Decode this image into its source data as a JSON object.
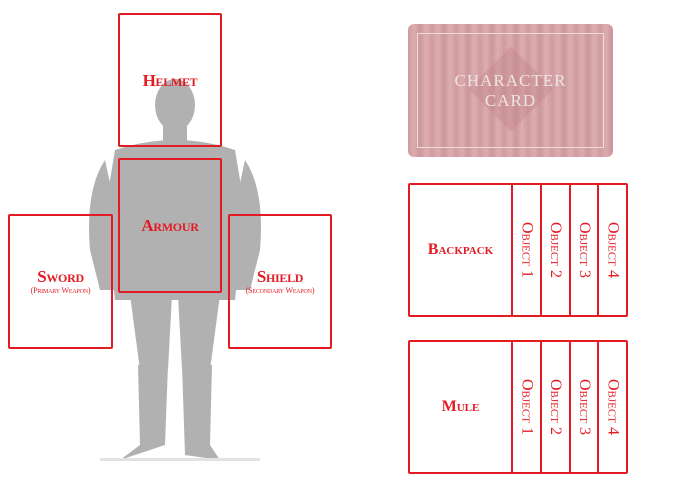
{
  "colors": {
    "accent": "#e31b23",
    "card": "#c98a8f",
    "figure": "#9e9e9e"
  },
  "equipment": {
    "helmet": {
      "label": "Helmet"
    },
    "armour": {
      "label": "Armour"
    },
    "sword": {
      "label": "Sword",
      "sublabel": "(Primary Weapon)"
    },
    "shield": {
      "label": "Shield",
      "sublabel": "(Secondary Weapon)"
    }
  },
  "character_card": {
    "line1": "CHARACTER",
    "line2": "CARD"
  },
  "backpack": {
    "label": "Backpack",
    "objects": [
      "Object 1",
      "Object 2",
      "Object 3",
      "Object 4"
    ]
  },
  "mule": {
    "label": "Mule",
    "objects": [
      "Object 1",
      "Object 2",
      "Object 3",
      "Object 4"
    ]
  }
}
